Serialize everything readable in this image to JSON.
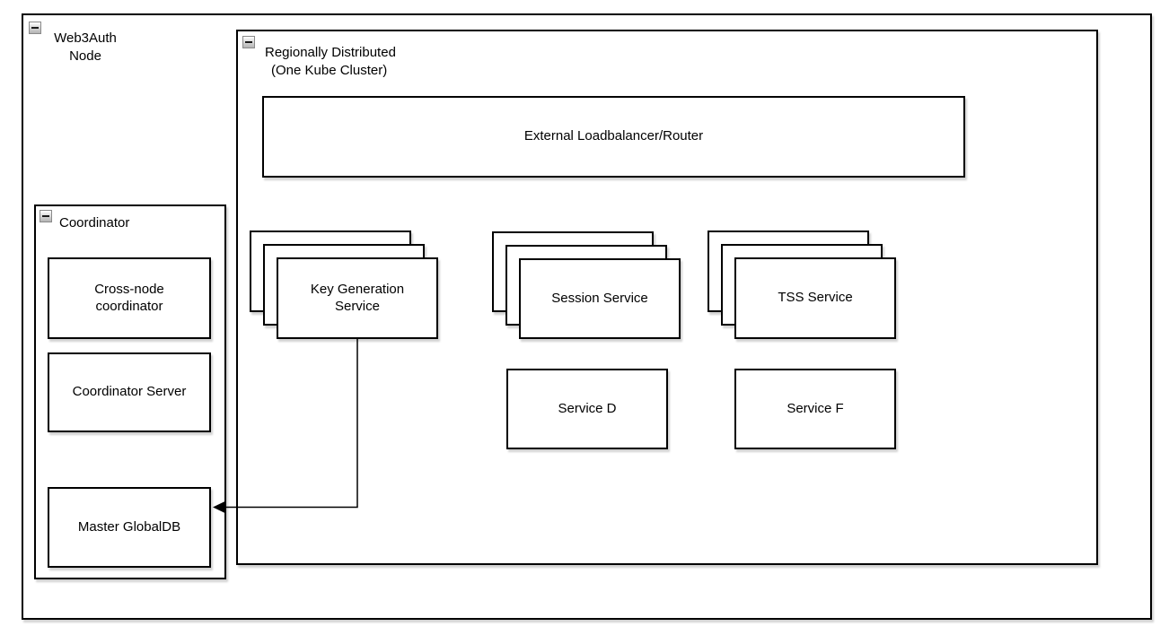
{
  "colors": {
    "shape_border": "#000000",
    "shape_fill": "#ffffff",
    "collapse_button_face": "#d6d6d6",
    "text": "#000000"
  },
  "icons": {
    "collapse_minus": "−"
  },
  "nodes": {
    "web3auth_node": {
      "line1": "Web3Auth",
      "line2": "Node"
    },
    "regional": {
      "line1": "Regionally Distributed",
      "line2": "(One Kube Cluster)"
    },
    "loadbalancer": {
      "label": "External Loadbalancer/Router"
    },
    "keygen": {
      "line1": "Key Generation",
      "line2": "Service"
    },
    "session": {
      "label": "Session Service"
    },
    "tss": {
      "label": "TSS Service"
    },
    "service_d": {
      "label": "Service D"
    },
    "service_f": {
      "label": "Service F"
    },
    "coordinator": {
      "label": "Coordinator"
    },
    "cross_node": {
      "line1": "Cross-node",
      "line2": "coordinator"
    },
    "coord_server": {
      "label": "Coordinator Server"
    },
    "master_db": {
      "label": "Master GlobalDB"
    }
  },
  "edges": {
    "keygen_to_masterdb": {
      "from": "Key Generation Service",
      "to": "Master GlobalDB"
    }
  }
}
